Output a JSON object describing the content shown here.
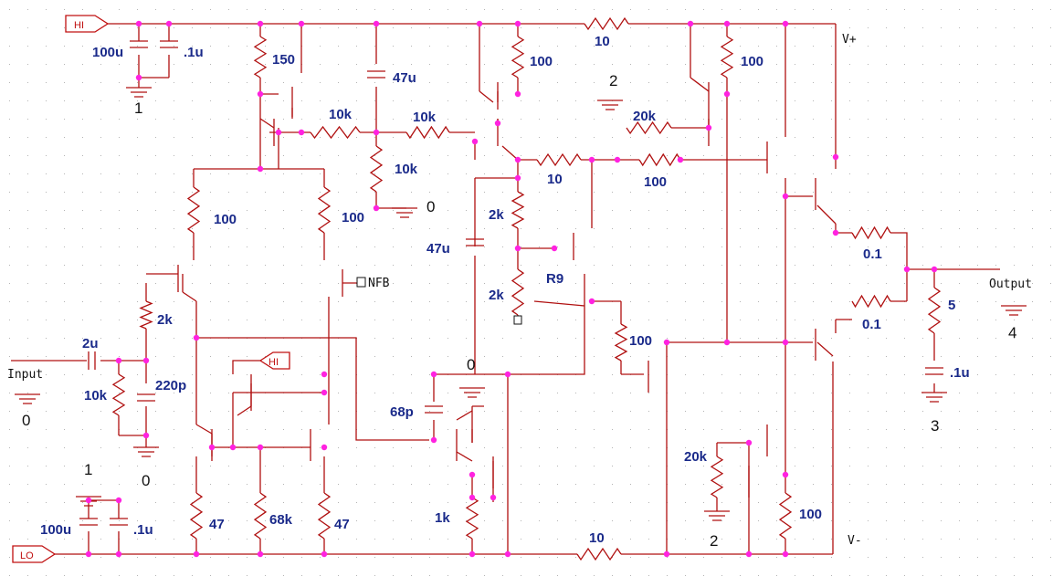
{
  "rails": {
    "hi": "HI",
    "lo": "LO",
    "vplus": "V+",
    "vminus": "V-"
  },
  "ports": {
    "input": "Input",
    "output": "Output",
    "nfb": "NFB"
  },
  "nodes": {
    "n1_top": "1",
    "n0_top": "0",
    "n2_top": "2",
    "n0_in": "0",
    "n0_ff": "0",
    "n0_mid": "0",
    "n1_bot": "1",
    "n2_bot": "2",
    "n3": "3",
    "n4": "4"
  },
  "components": {
    "c_100u_top": "100u",
    "c_01u_top": ".1u",
    "r150": "150",
    "c_47u_top": "47u",
    "r10k_a": "10k",
    "r10k_b": "10k",
    "r10k_c": "10k",
    "r100_top1": "100",
    "r10_top": "10",
    "r100_top2": "100",
    "r20k_top": "20k",
    "r10_mid": "10",
    "r100_mid": "100",
    "r100_la": "100",
    "r100_lb": "100",
    "r2k_a": "2k",
    "c_47u_mid": "47u",
    "r2k_b": "2k",
    "r9_name": "R9",
    "r2k_in": "2k",
    "c_2u": "2u",
    "r10k_in": "10k",
    "c_220p": "220p",
    "r01_a": "0.1",
    "r01_b": "0.1",
    "r5": "5",
    "c_01u_out": ".1u",
    "r100_drv": "100",
    "c_68p": "68p",
    "r1k": "1k",
    "r47_a": "47",
    "r68k": "68k",
    "r47_b": "47",
    "c_100u_bot": "100u",
    "c_01u_bot": ".1u",
    "r10_bot": "10",
    "r20k_bot": "20k",
    "r100_bot": "100"
  }
}
